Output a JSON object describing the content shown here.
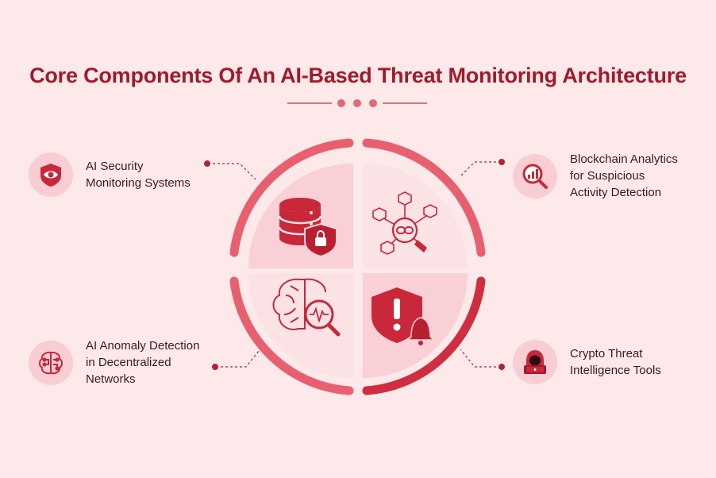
{
  "title": "Core Components Of An AI-Based Threat Monitoring Architecture",
  "colors": {
    "accent": "#c8283a",
    "dark_accent": "#9e1c2a",
    "background": "#fde8ea",
    "arc": "#e8606f"
  },
  "quadrants": [
    {
      "position": "top-left",
      "icon": "database-lock-icon"
    },
    {
      "position": "top-right",
      "icon": "blockchain-network-icon"
    },
    {
      "position": "bottom-left",
      "icon": "brain-search-icon"
    },
    {
      "position": "bottom-right",
      "icon": "shield-alert-bell-icon"
    }
  ],
  "callouts": [
    {
      "id": "tl",
      "icon": "eye-shield-icon",
      "label": "AI Security\nMonitoring Systems"
    },
    {
      "id": "tr",
      "icon": "chart-search-icon",
      "label": "Blockchain Analytics\nfor Suspicious\nActivity Detection"
    },
    {
      "id": "bl",
      "icon": "brain-circuit-icon",
      "label": "AI Anomaly Detection\nin Decentralized\nNetworks"
    },
    {
      "id": "br",
      "icon": "hacker-icon",
      "label": "Crypto Threat\nIntelligence Tools"
    }
  ]
}
